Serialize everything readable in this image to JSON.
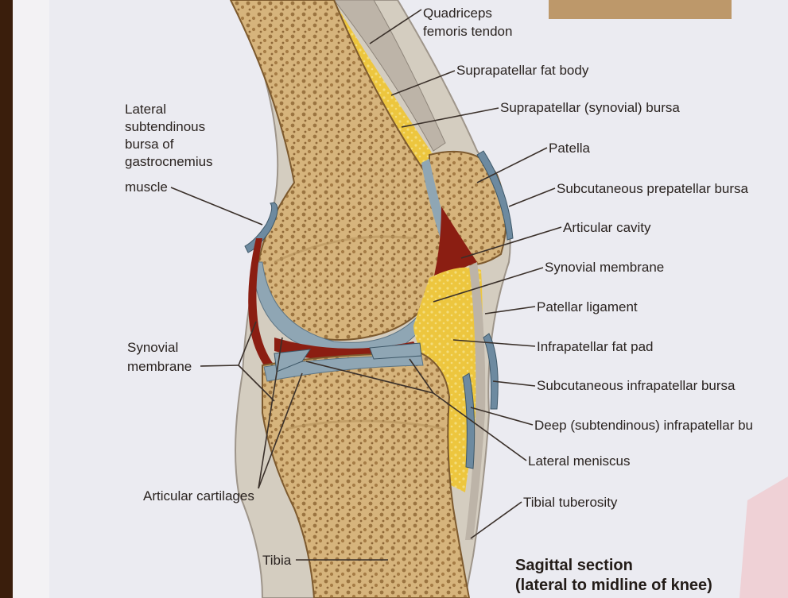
{
  "labels": {
    "quadriceps_1": "Quadriceps",
    "quadriceps_2": "femoris tendon",
    "suprapatellar_fat": "Suprapatellar fat body",
    "suprapatellar_bursa": "Suprapatellar (synovial) bursa",
    "patella": "Patella",
    "prepatellar_bursa": "Subcutaneous prepatellar bursa",
    "articular_cavity": "Articular cavity",
    "synovial_membrane_right": "Synovial membrane",
    "patellar_ligament": "Patellar ligament",
    "infrapatellar_fat_pad": "Infrapatellar fat pad",
    "subcutaneous_infrapatellar_bursa": "Subcutaneous infrapatellar bursa",
    "deep_infrapatellar_bursa": "Deep (subtendinous) infrapatellar bu",
    "lateral_meniscus": "Lateral meniscus",
    "tibial_tuberosity": "Tibial tuberosity",
    "gastrocnemius_1": "Lateral",
    "gastrocnemius_2": "subtendinous",
    "gastrocnemius_3": "bursa of",
    "gastrocnemius_4": "gastrocnemius",
    "gastrocnemius_5": "muscle",
    "synovial_left_1": "Synovial",
    "synovial_left_2": "membrane",
    "articular_cartilages": "Articular cartilages",
    "tibia": "Tibia"
  },
  "caption": {
    "line1": "Sagittal section",
    "line2": "(lateral to midline of knee)"
  },
  "colors": {
    "page": "#ececf2",
    "bone": "#d4b27a",
    "cartilage": "#8fa6b4",
    "fat": "#e9c23c",
    "synovial_red": "#8b1e12",
    "skin": "#c9c2b6"
  }
}
